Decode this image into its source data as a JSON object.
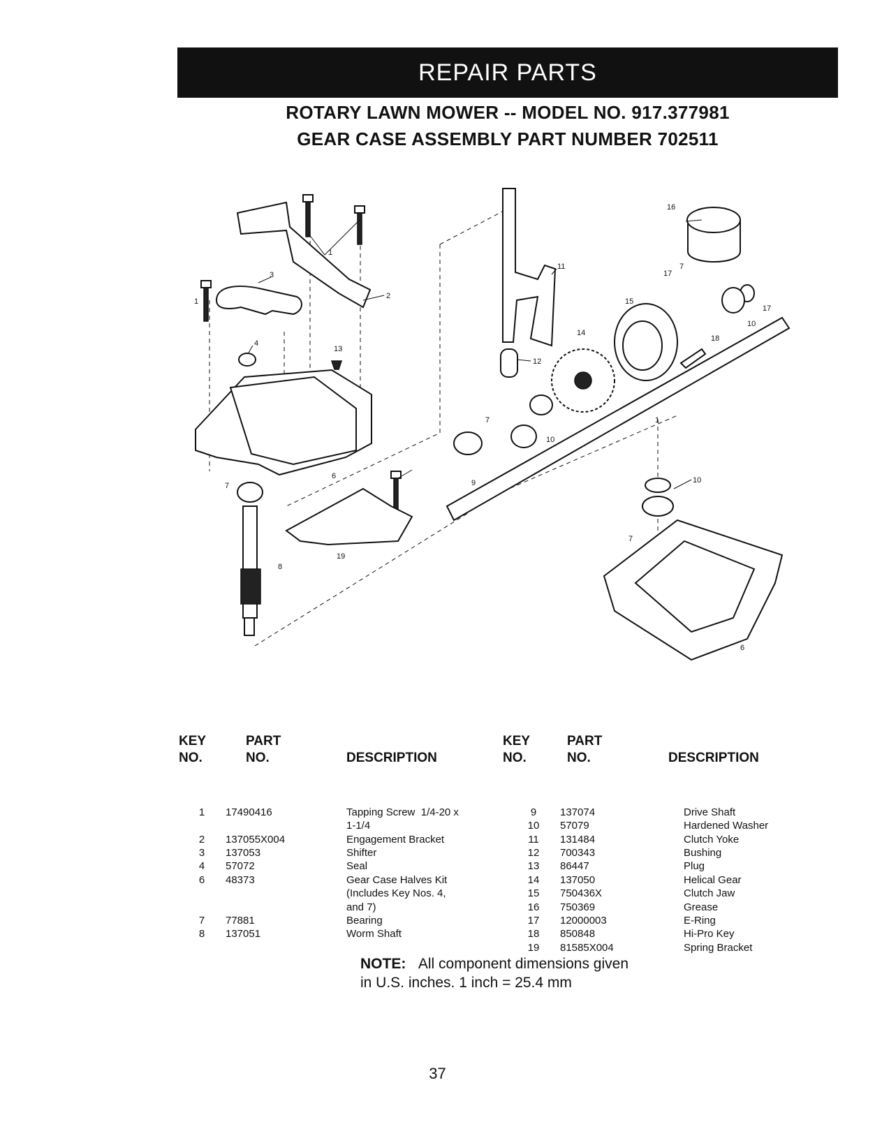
{
  "header": {
    "banner": "REPAIR PARTS",
    "title_line1": "ROTARY LAWN MOWER -- MODEL NO. 917.377981",
    "title_line2": "GEAR CASE ASSEMBLY PART NUMBER 702511"
  },
  "diagram": {
    "callouts": [
      "1",
      "2",
      "3",
      "4",
      "13",
      "1",
      "11",
      "12",
      "14",
      "15",
      "16",
      "17",
      "7",
      "17",
      "10",
      "18",
      "7",
      "10",
      "6",
      "9",
      "1",
      "10",
      "7",
      "19",
      "6",
      "8"
    ]
  },
  "table": {
    "headers": {
      "key_no_line1": "KEY",
      "key_no_line2": "NO.",
      "part_no_line1": "PART",
      "part_no_line2": "NO.",
      "description": "DESCRIPTION"
    },
    "left": {
      "keys": [
        "1",
        "",
        "2",
        "3",
        "4",
        "6",
        "",
        "",
        "7",
        "8"
      ],
      "parts": [
        "17490416",
        "",
        "137055X004",
        "137053",
        "57072",
        "48373",
        "",
        "",
        "77881",
        "137051"
      ],
      "descriptions": [
        "Tapping Screw  1/4-20 x",
        "1-1/4",
        "Engagement Bracket",
        "Shifter",
        "Seal",
        "Gear Case Halves Kit",
        "(Includes Key Nos. 4,",
        "and 7)",
        "Bearing",
        "Worm Shaft"
      ]
    },
    "right": {
      "keys": [
        "9",
        "10",
        "11",
        "12",
        "13",
        "14",
        "15",
        "16",
        "17",
        "18",
        "19"
      ],
      "parts": [
        "137074",
        "57079",
        "131484",
        "700343",
        "86447",
        "137050",
        "750436X",
        "750369",
        "12000003",
        "850848",
        "81585X004"
      ],
      "descriptions": [
        "Drive Shaft",
        "Hardened Washer",
        "Clutch Yoke",
        "Bushing",
        "Plug",
        "Helical Gear",
        "Clutch Jaw",
        "Grease",
        "E-Ring",
        "Hi-Pro Key",
        "Spring Bracket"
      ]
    }
  },
  "note": {
    "label": "NOTE:",
    "line1": "All component dimensions given",
    "line2": "in U.S. inches. 1 inch = 25.4 mm"
  },
  "page_number": "37"
}
